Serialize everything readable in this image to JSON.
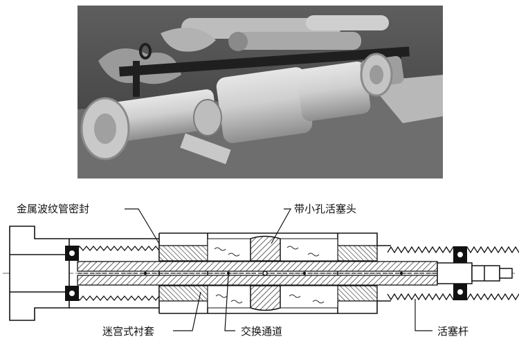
{
  "callouts": {
    "bellows_seal": "金属波纹管密封",
    "piston_head": "带小孔活塞头",
    "labyrinth_sleeve": "迷宫式衬套",
    "exchange_channel": "交换通道",
    "piston_rod": "活塞杆"
  }
}
